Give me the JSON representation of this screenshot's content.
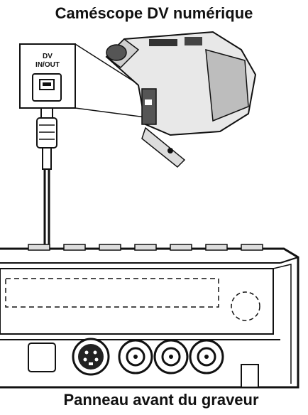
{
  "diagram": {
    "camcorder_title": "Caméscope DV numérique",
    "port_label_line1": "DV",
    "port_label_line2": "IN/OUT",
    "recorder_panel_title": "Panneau avant du graveur"
  },
  "icons": [
    "camcorder-icon",
    "dv-cable-icon",
    "recorder-front-panel-icon",
    "s-video-jack-icon",
    "rca-jack-icon"
  ]
}
